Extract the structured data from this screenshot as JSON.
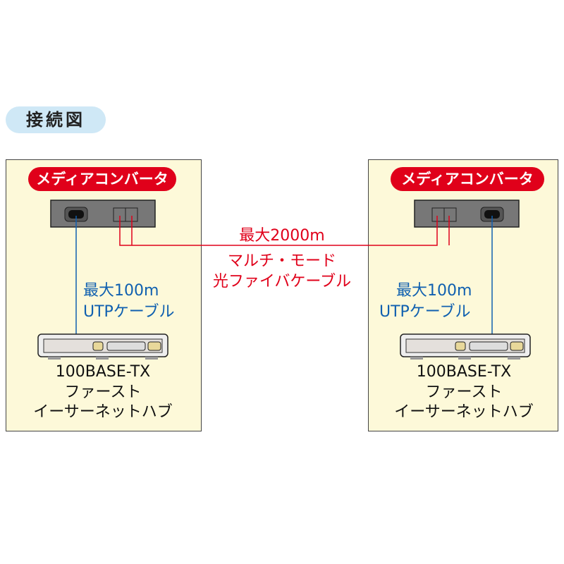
{
  "title": "接続図",
  "left": {
    "converter_label": "メディアコンバータ",
    "utp": [
      "最大100m",
      "UTPケーブル"
    ],
    "hub": [
      "100BASE-TX",
      "ファースト",
      "イーサーネットハブ"
    ]
  },
  "right": {
    "converter_label": "メディアコンバータ",
    "utp": [
      "最大100m",
      "UTPケーブル"
    ],
    "hub": [
      "100BASE-TX",
      "ファースト",
      "イーサーネットハブ"
    ]
  },
  "fiber": {
    "distance": "最大2000m",
    "mode": "マルチ・モード",
    "cable": "光ファイバケーブル"
  },
  "colors": {
    "fiber": "#e0001a",
    "utp": "#1060b0",
    "panel": "#fdf9d9",
    "pill": "#e0001a",
    "title_bg": "#cfe8f6"
  }
}
